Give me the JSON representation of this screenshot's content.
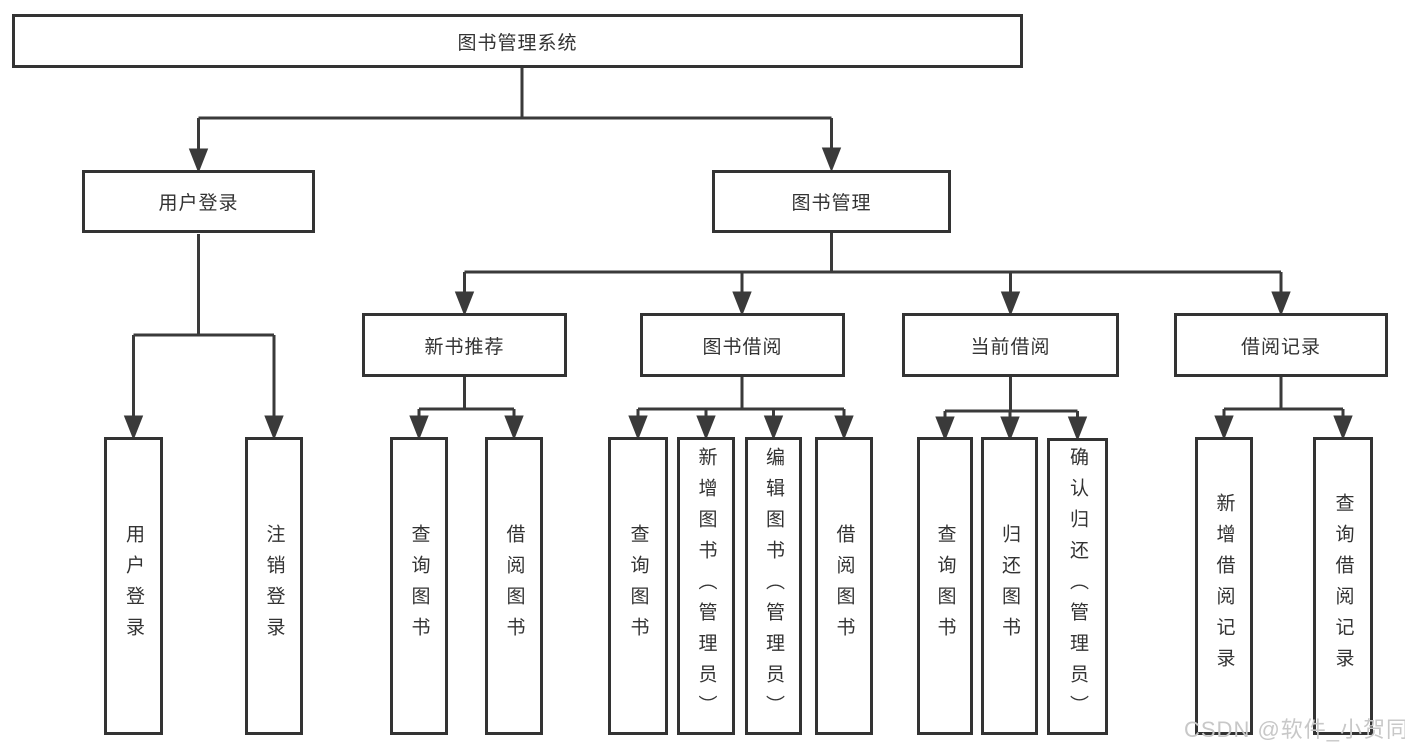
{
  "nodes": {
    "root": "图书管理系统",
    "level2": [
      "用户登录",
      "图书管理"
    ],
    "level3": [
      "新书推荐",
      "图书借阅",
      "当前借阅",
      "借阅记录"
    ],
    "leaves_login": [
      "用户登录",
      "注销登录"
    ],
    "leaves_newbook": [
      "查询图书",
      "借阅图书"
    ],
    "leaves_borrow": [
      "查询图书",
      "新增图书（管理员）",
      "编辑图书（管理员）",
      "借阅图书"
    ],
    "leaves_current": [
      "查询图书",
      "归还图书",
      "确认归还（管理员）"
    ],
    "leaves_records": [
      "新增借阅记录",
      "查询借阅记录"
    ]
  },
  "watermark": "CSDN @软件_小贺同学",
  "colors": {
    "line": "#3a3a3a",
    "box_border": "#333333",
    "text": "#333333",
    "watermark": "#c8c8c8",
    "background": "#ffffff"
  }
}
